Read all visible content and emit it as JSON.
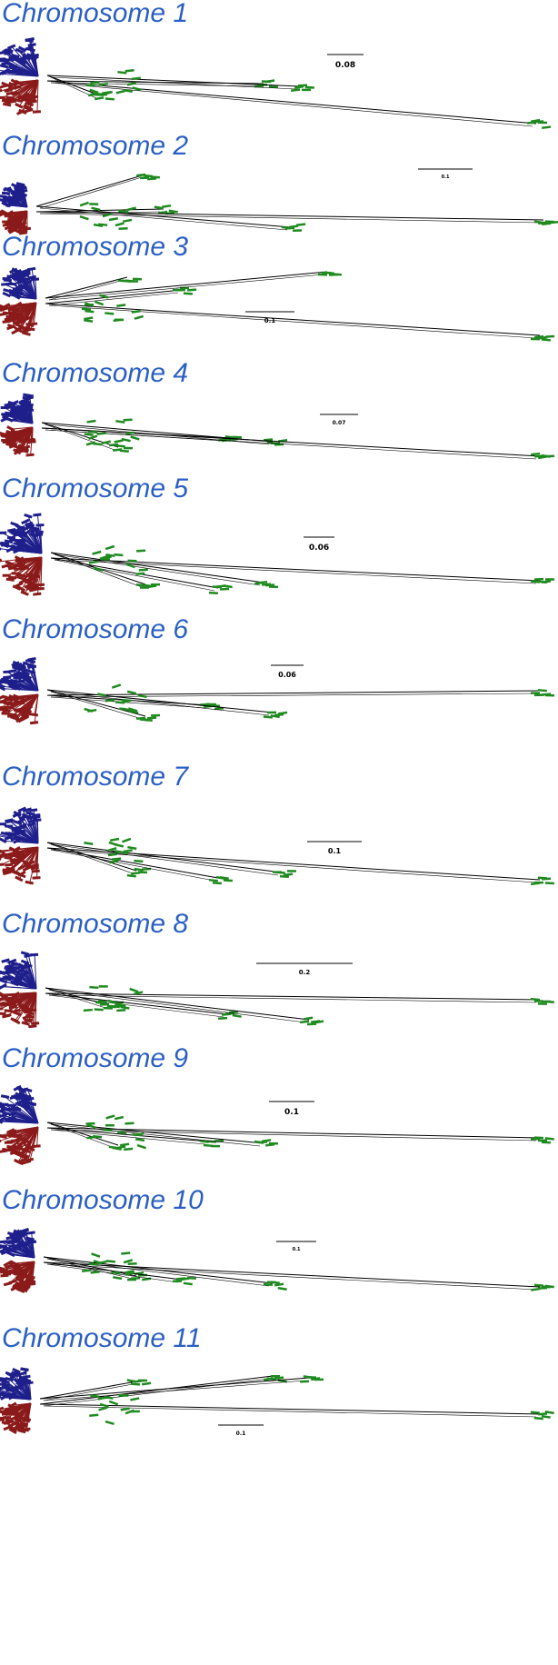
{
  "colors": {
    "title": "#2b5fc4",
    "clade_blue": "#1f1f8c",
    "clade_red": "#8b1a1a",
    "clade_green": "#1f8a1f",
    "branch": "#000000"
  },
  "panels": [
    {
      "title": "Chromosome 1",
      "scale_label": "0.08"
    },
    {
      "title": "Chromosome 2",
      "scale_label": "0.1"
    },
    {
      "title": "Chromosome 3",
      "scale_label": "0.1"
    },
    {
      "title": "Chromosome 4",
      "scale_label": "0.07"
    },
    {
      "title": "Chromosome 5",
      "scale_label": "0.06"
    },
    {
      "title": "Chromosome 6",
      "scale_label": "0.06"
    },
    {
      "title": "Chromosome 7",
      "scale_label": "0.1"
    },
    {
      "title": "Chromosome 8",
      "scale_label": "0.2"
    },
    {
      "title": "Chromosome 9",
      "scale_label": "0.1"
    },
    {
      "title": "Chromosome 10",
      "scale_label": "0.1"
    },
    {
      "title": "Chromosome 11",
      "scale_label": "0.1"
    }
  ]
}
